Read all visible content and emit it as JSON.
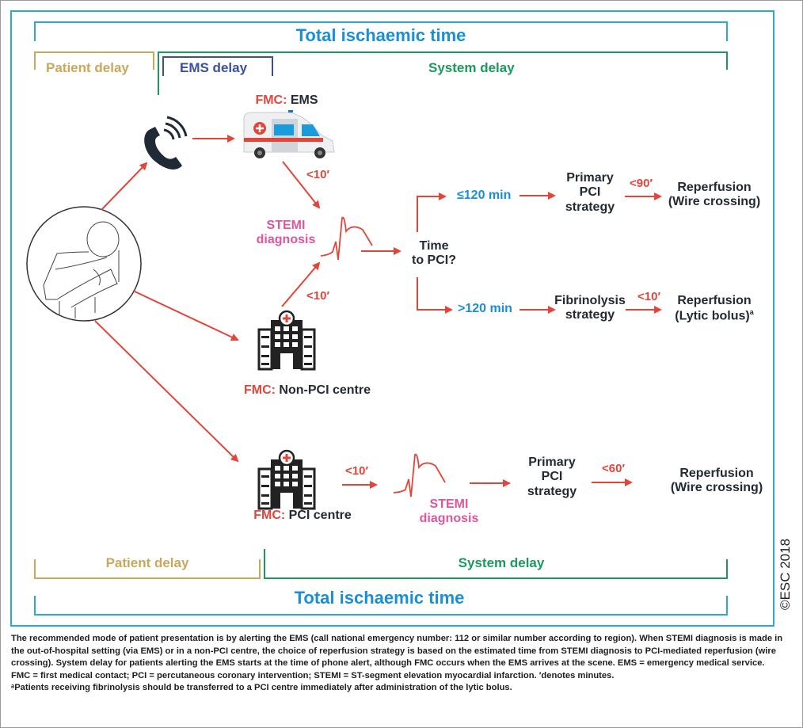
{
  "colors": {
    "total_time": "#2aa7de",
    "patient_delay": "#c9a85a",
    "ems_delay": "#3a4f9e",
    "system_delay": "#1a9a5c",
    "arrow": "#e2453a",
    "stemi": "#e0569a",
    "text": "#222a33"
  },
  "top_brackets": {
    "total_ischaemic_time": "Total ischaemic time",
    "patient_delay": "Patient delay",
    "ems_delay": "EMS delay",
    "system_delay": "System delay"
  },
  "bottom_brackets": {
    "patient_delay": "Patient delay",
    "system_delay": "System delay",
    "total_ischaemic_time": "Total ischaemic time"
  },
  "icons": {
    "patient": "patient-chest-pain-icon",
    "phone": "phone-icon",
    "ambulance": "ambulance-icon",
    "hospital_non_pci": "hospital-icon",
    "hospital_pci": "hospital-icon",
    "ecg": "ecg-stemi-icon"
  },
  "nodes": {
    "fmc_ems": {
      "prefix": "FMC:",
      "text": "EMS"
    },
    "fmc_non_pci": {
      "prefix": "FMC:",
      "text": "Non-PCI centre"
    },
    "fmc_pci": {
      "prefix": "FMC:",
      "text": "PCI centre"
    },
    "stemi_diagnosis_1": {
      "line1": "STEMI",
      "line2": "diagnosis"
    },
    "stemi_diagnosis_2": {
      "line1": "STEMI",
      "line2": "diagnosis"
    },
    "time_to_pci": {
      "line1": "Time",
      "line2": "to PCI?"
    },
    "le120": "≤120 min",
    "gt120": ">120 min",
    "primary_pci_1": {
      "line1": "Primary",
      "line2": "PCI",
      "line3": "strategy"
    },
    "fibrinolysis": {
      "line1": "Fibrinolysis",
      "line2": "strategy"
    },
    "primary_pci_2": {
      "line1": "Primary",
      "line2": "PCI",
      "line3": "strategy"
    },
    "reperfusion_wire_1": {
      "line1": "Reperfusion",
      "line2": "(Wire crossing)"
    },
    "reperfusion_lytic": {
      "line1": "Reperfusion",
      "line2": "(Lytic bolus)",
      "sup": "a"
    },
    "reperfusion_wire_2": {
      "line1": "Reperfusion",
      "line2": "(Wire crossing)"
    }
  },
  "time_labels": {
    "ems_to_stemi": "<10′",
    "nonpci_to_stemi": "<10′",
    "pci_to_stemi": "<10′",
    "primary_to_reperfusion_1": "<90′",
    "fibrinolysis_to_reperfusion": "<10′",
    "primary_to_reperfusion_2": "<60′"
  },
  "copyright": "©ESC 2018",
  "caption": {
    "paragraph": "The recommended mode of patient presentation is by alerting the EMS (call national emergency number: 112 or similar number according to region). When STEMI diagnosis is made in the out-of-hospital setting (via EMS) or in a non-PCI centre, the choice of reperfusion strategy is based on the estimated time from STEMI diagnosis to PCI-mediated reperfusion (wire crossing). System delay for patients alerting the EMS starts at the time of phone alert, although FMC occurs when the EMS arrives at the scene. EMS = emergency medical service.",
    "abbreviations": "FMC = first medical contact; PCI = percutaneous coronary intervention; STEMI = ST-segment elevation myocardial infarction. ′denotes minutes.",
    "footnote": "ᵃPatients receiving fibrinolysis should be transferred to a PCI centre immediately after administration of the lytic bolus."
  }
}
